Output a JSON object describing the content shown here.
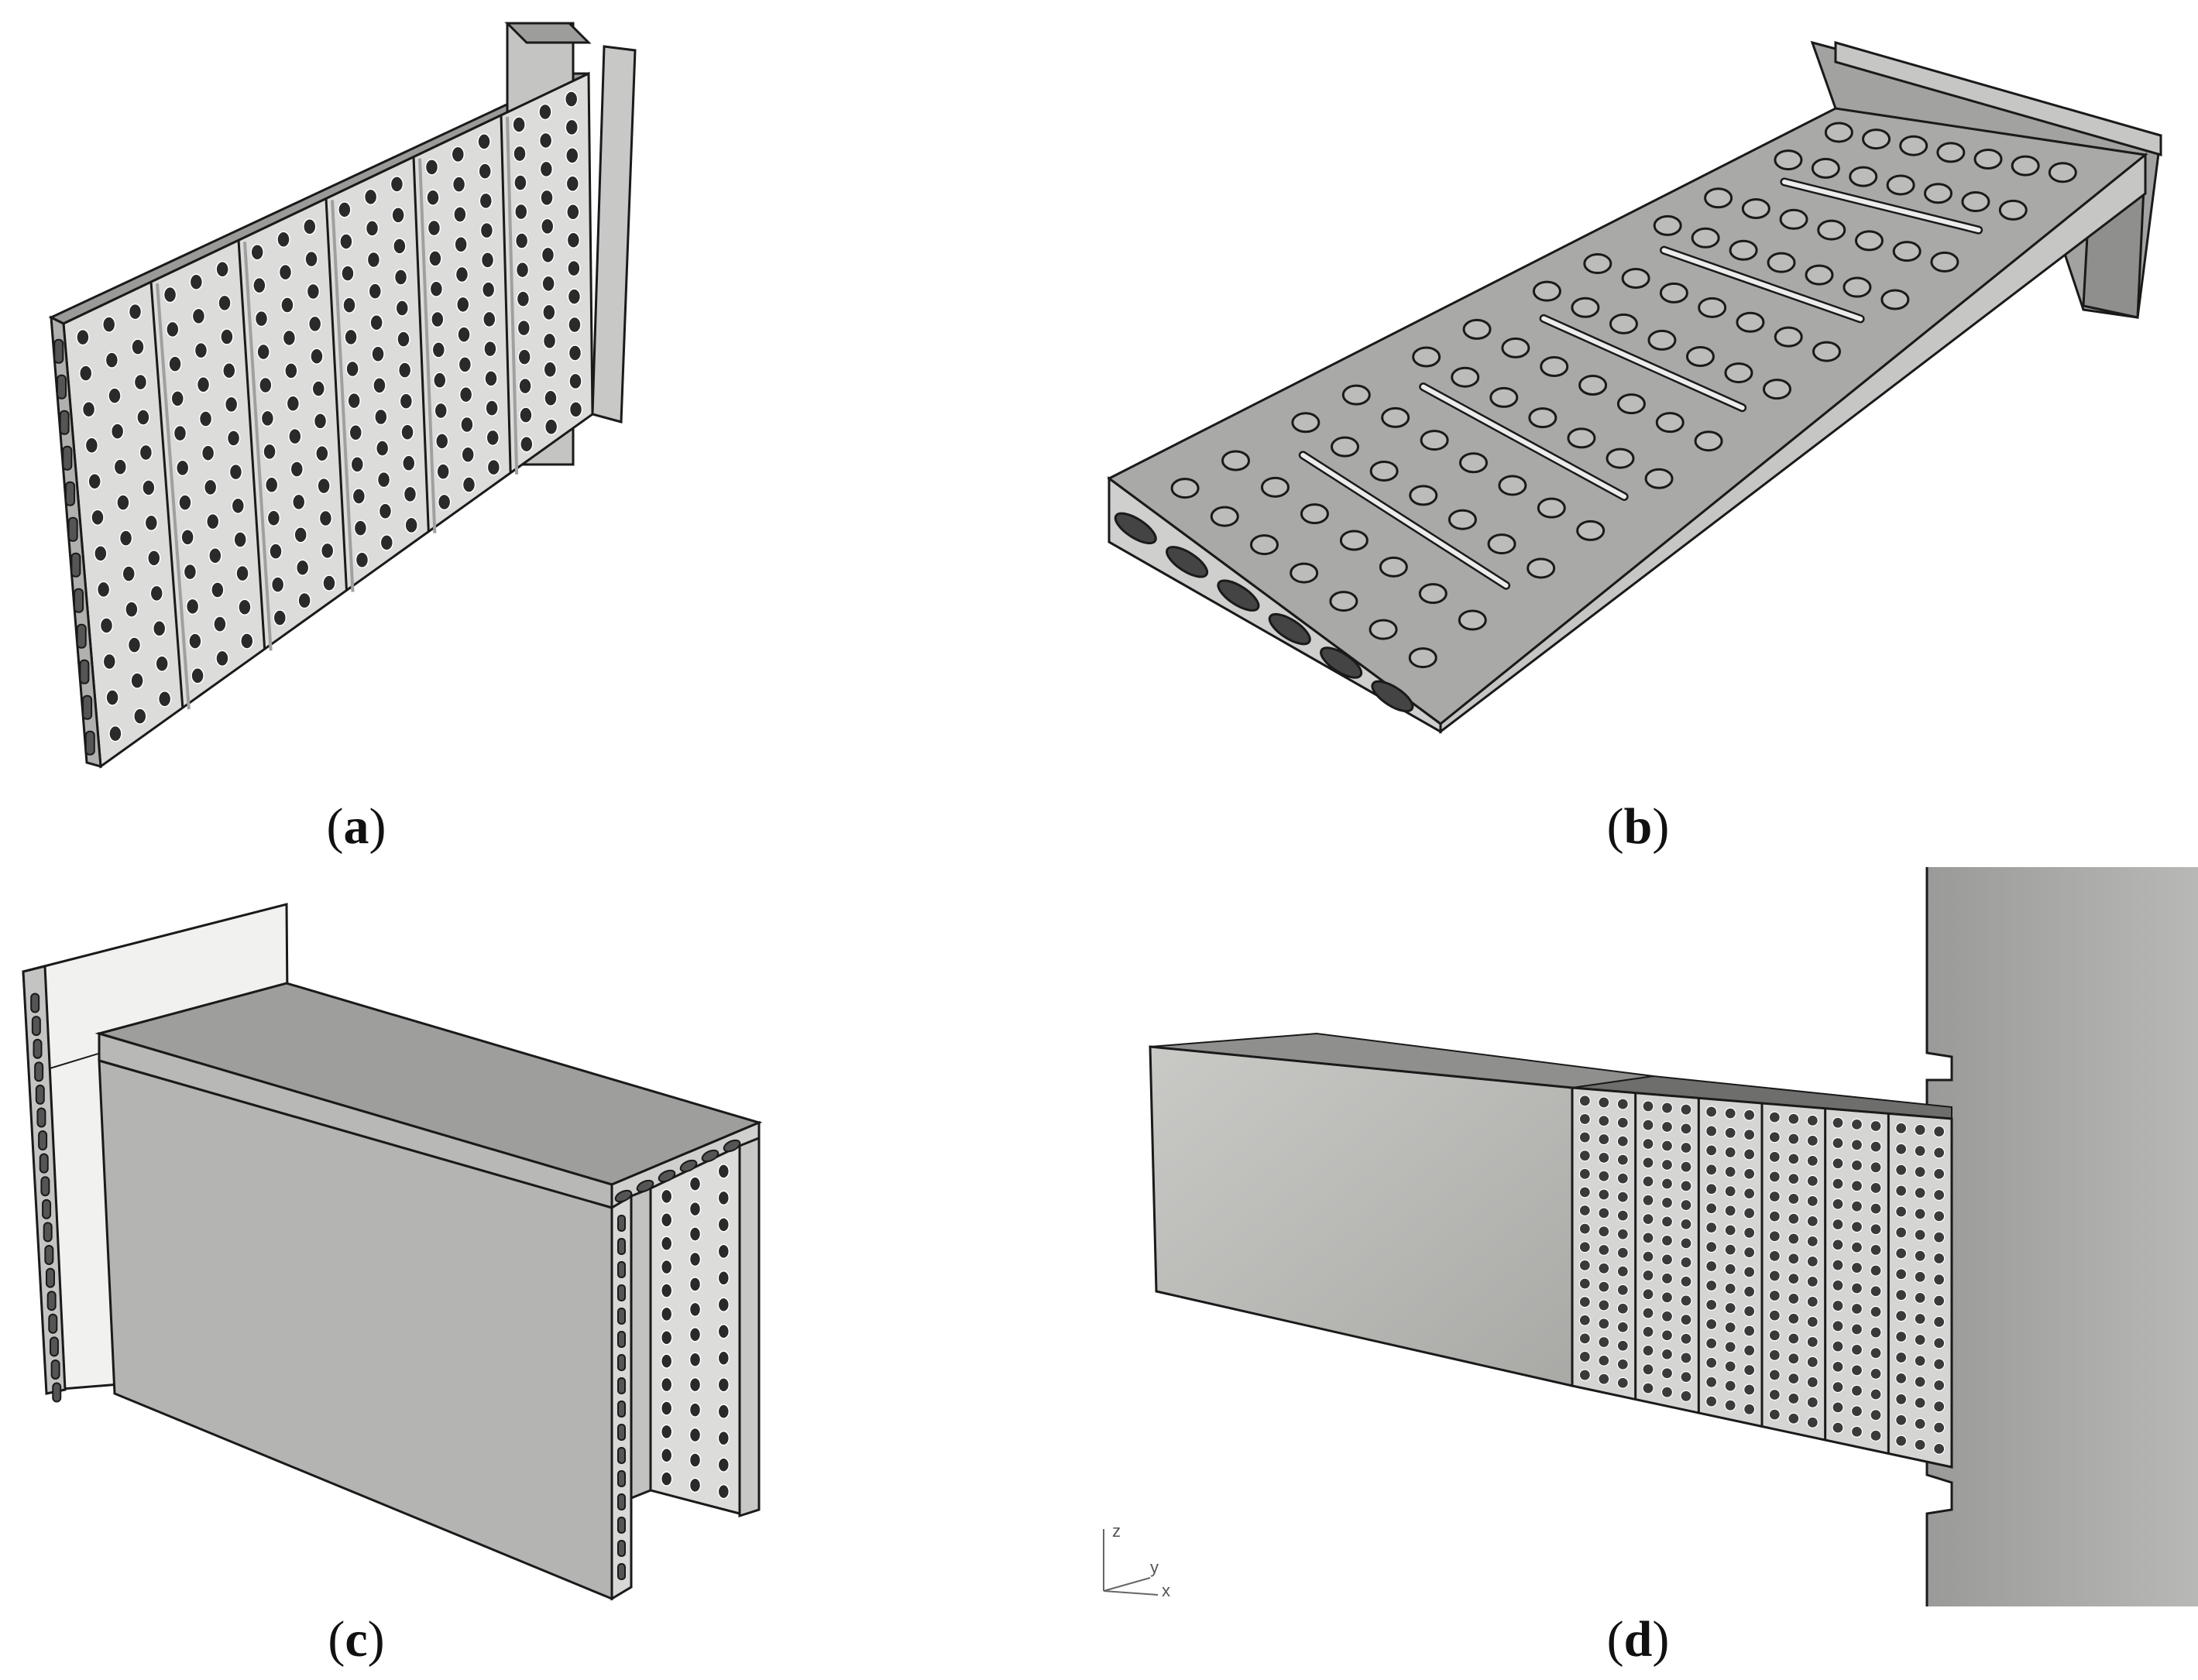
{
  "panels": [
    {
      "id": "a",
      "label": "a"
    },
    {
      "id": "b",
      "label": "b"
    },
    {
      "id": "c",
      "label": "c"
    },
    {
      "id": "d",
      "label": "d"
    }
  ],
  "axis_triad": {
    "z": "z",
    "y": "y",
    "x": "x"
  },
  "colors": {
    "light": "#e6e6e4",
    "mid": "#bdbdbb",
    "dark": "#8f8f8d",
    "hole": "#2a2a2a",
    "edge": "#1a1a1a"
  }
}
